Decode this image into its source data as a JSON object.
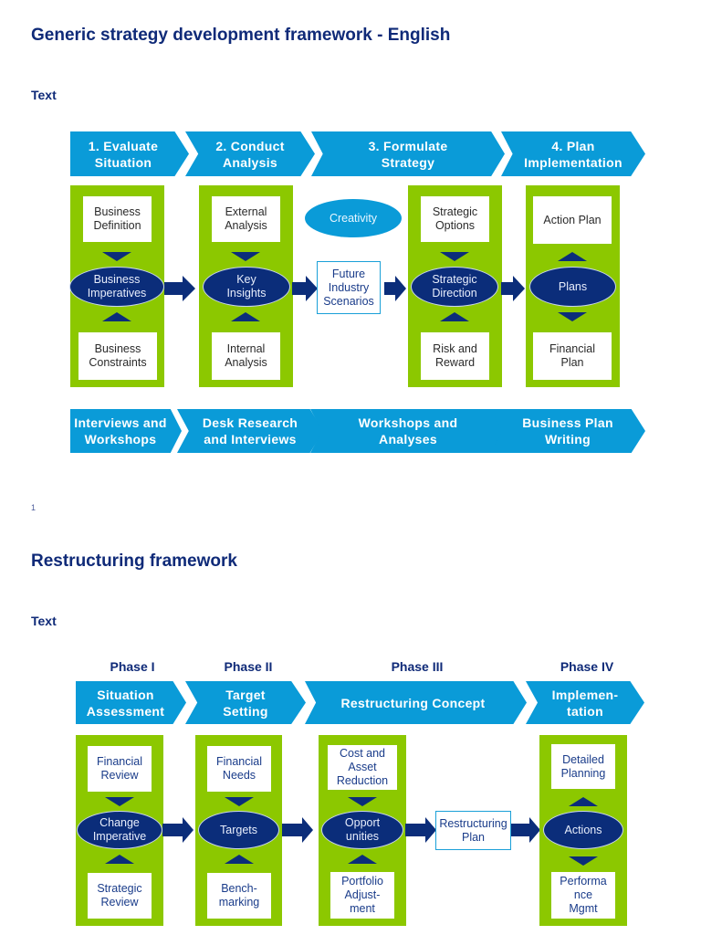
{
  "section1": {
    "title": "Generic strategy development framework - English",
    "subtitle": "Text",
    "stages": [
      {
        "label": "1. Evaluate\nSituation"
      },
      {
        "label": "2. Conduct\nAnalysis"
      },
      {
        "label": "3. Formulate\nStrategy"
      },
      {
        "label": "4. Plan\nImplementation"
      }
    ],
    "columns": [
      {
        "top": "Business\nDefinition",
        "center": "Business\nImperatives",
        "bottom": "Business\nConstraints"
      },
      {
        "top": "External\nAnalysis",
        "center": "Key\nInsights",
        "bottom": "Internal\nAnalysis"
      },
      {
        "top": "Strategic\nOptions",
        "center": "Strategic\nDirection",
        "bottom": "Risk and\nReward"
      },
      {
        "top": "Action Plan",
        "center": "Plans",
        "bottom": "Financial\nPlan"
      }
    ],
    "creativity": "Creativity",
    "scenarios": "Future\nIndustry\nScenarios",
    "methods": [
      {
        "label": "Interviews and\nWorkshops"
      },
      {
        "label": "Desk Research\nand Interviews"
      },
      {
        "label": "Workshops and\nAnalyses"
      },
      {
        "label": "Business Plan\nWriting"
      }
    ],
    "footnote": "1"
  },
  "section2": {
    "title": "Restructuring framework",
    "subtitle": "Text",
    "phases": [
      "Phase I",
      "Phase II",
      "Phase III",
      "Phase IV"
    ],
    "stages": [
      {
        "label": "Situation\nAssessment"
      },
      {
        "label": "Target\nSetting"
      },
      {
        "label": "Restructuring Concept"
      },
      {
        "label": "Implemen-\ntation"
      }
    ],
    "columns": [
      {
        "top": "Financial\nReview",
        "center": "Change\nImperative",
        "bottom": "Strategic\nReview"
      },
      {
        "top": "Financial\nNeeds",
        "center": "Targets",
        "bottom": "Bench-\nmarking"
      },
      {
        "top": "Cost and\nAsset\nReduction",
        "center": "Opport\nunities",
        "bottom": "Portfolio\nAdjust-\nment"
      },
      {
        "top": "Detailed\nPlanning",
        "center": "Actions",
        "bottom": "Performa\nnce\nMgmt"
      }
    ],
    "plan_box": "Restructuring\nPlan"
  },
  "colors": {
    "title": "#0f2a78",
    "chevron": "#0a9bd8",
    "green": "#8cc800",
    "oval": "#0b2d7a"
  }
}
